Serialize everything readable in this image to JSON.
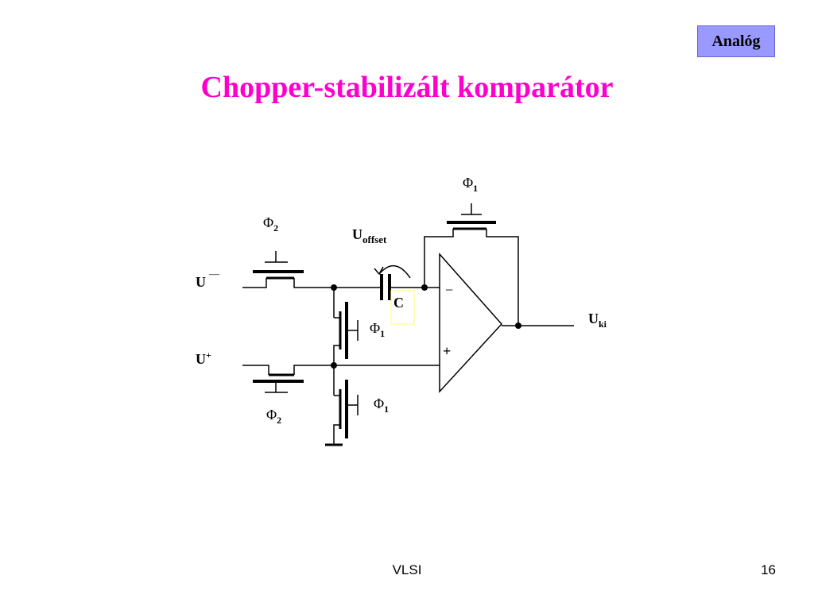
{
  "slide": {
    "tag": "Analóg",
    "title": "Chopper-stabilizált komparátor",
    "footer_left": "VLSI",
    "page_number": "16"
  },
  "diagram": {
    "phi": "Φ",
    "sub_1": "1",
    "sub_2": "2",
    "u": "U",
    "u_minus_sign": "—",
    "u_plus_sign": "+",
    "offset_sub": "offset",
    "capacitor": "C",
    "out_sub": "ki",
    "opamp_minus": "−",
    "opamp_plus": "+",
    "colors": {
      "title": "#ff00cc",
      "tag_bg": "#9999ff",
      "cap_highlight": "#ffff66"
    }
  }
}
